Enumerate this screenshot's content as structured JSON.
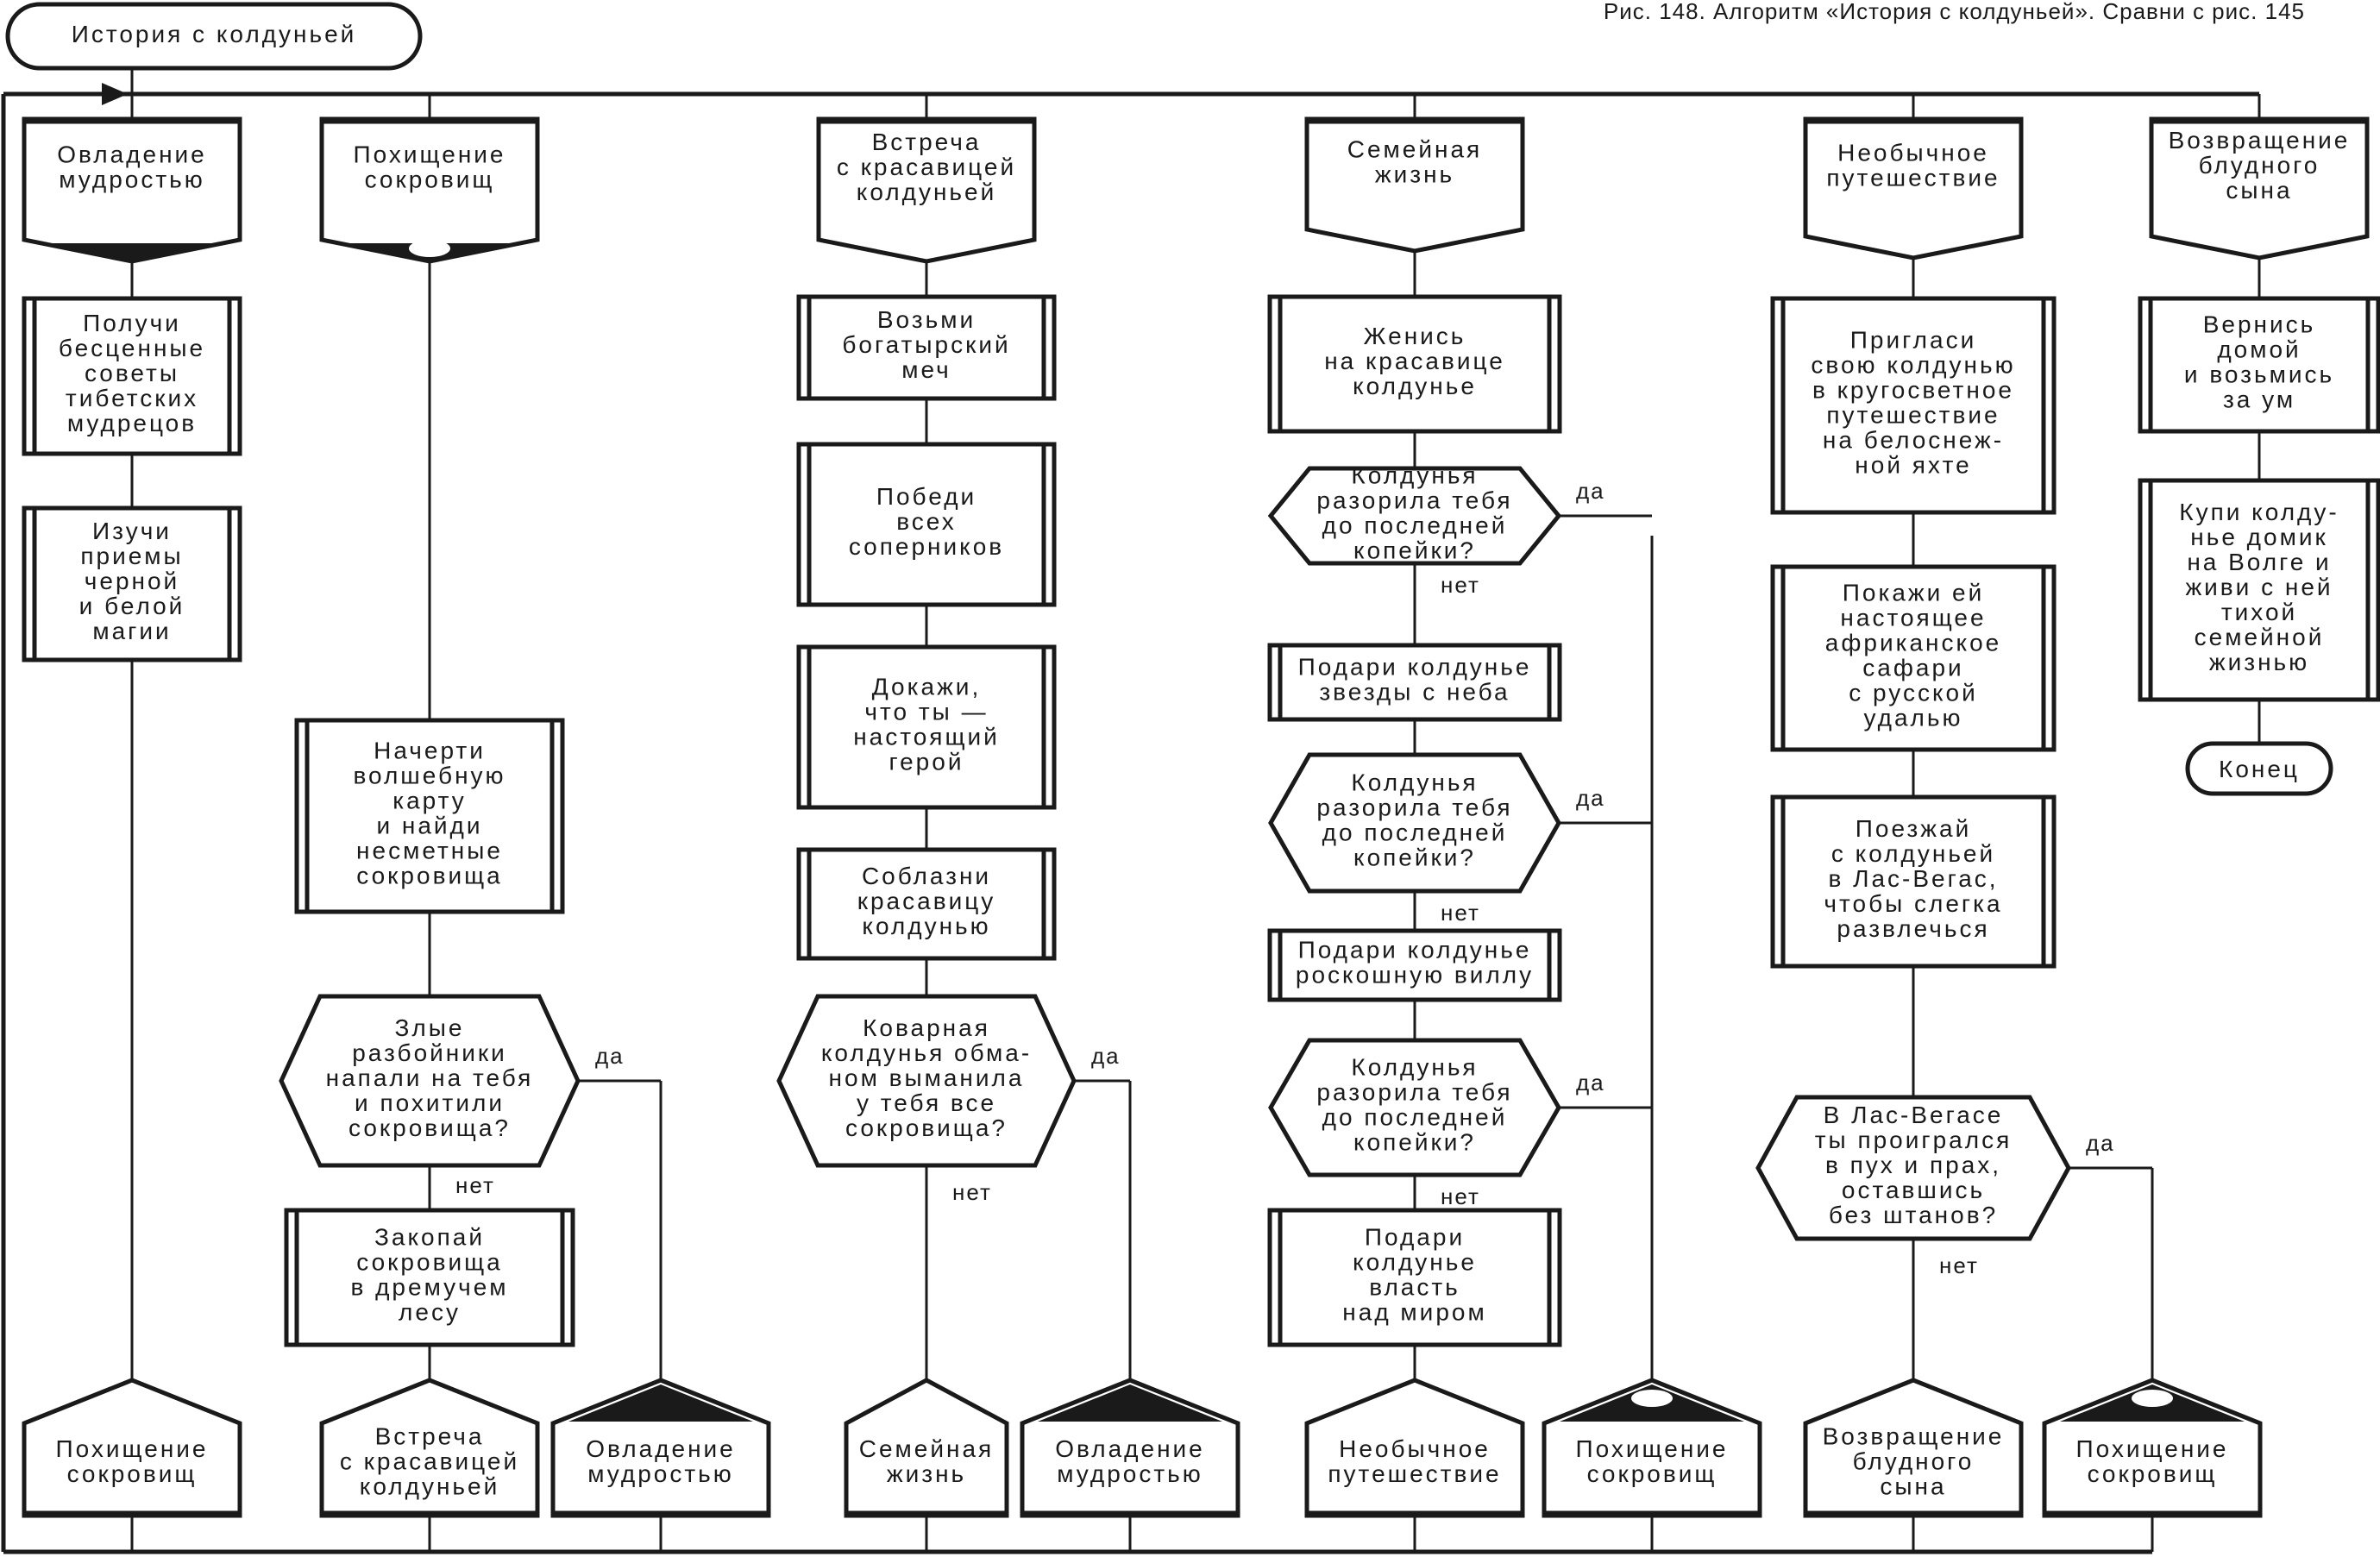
{
  "caption": "Рис. 148. Алгоритм «История с колдуньей». Сравни с рис. 145",
  "start": "История с колдуньей",
  "end": "Конец",
  "branch_labels": {
    "yes": "да",
    "no": "нет"
  },
  "columns": [
    {
      "header": [
        "Овладение",
        "мудростью"
      ],
      "header_marker": "filled-triangle",
      "steps": [
        {
          "type": "action",
          "text": [
            "Получи",
            "бесценные",
            "советы",
            "тибетских",
            "мудрецов"
          ]
        },
        {
          "type": "action",
          "text": [
            "Изучи",
            "приемы",
            "черной",
            "и белой",
            "магии"
          ]
        }
      ],
      "footers": [
        {
          "text": [
            "Похищение",
            "сокровищ"
          ],
          "marker": "plain"
        }
      ]
    },
    {
      "header": [
        "Похищение",
        "сокровищ"
      ],
      "header_marker": "filled-with-oval",
      "steps": [
        {
          "type": "action",
          "text": [
            "Начерти",
            "волшебную",
            "карту",
            "и найди",
            "несметные",
            "сокровища"
          ]
        },
        {
          "type": "question",
          "text": [
            "Злые",
            "разбойники",
            "напали на тебя",
            "и похитили",
            "сокровища?"
          ]
        },
        {
          "type": "action",
          "text": [
            "Закопай",
            "сокровища",
            "в дремучем",
            "лесу"
          ]
        }
      ],
      "footers": [
        {
          "text": [
            "Встреча",
            "с красавицей",
            "колдуньей"
          ],
          "marker": "plain",
          "branch": "нет"
        },
        {
          "text": [
            "Овладение",
            "мудростью"
          ],
          "marker": "filled-triangle",
          "branch": "да"
        }
      ]
    },
    {
      "header": [
        "Встреча",
        "с красавицей",
        "колдуньей"
      ],
      "header_marker": "plain",
      "steps": [
        {
          "type": "action",
          "text": [
            "Возьми",
            "богатырский",
            "меч"
          ]
        },
        {
          "type": "action",
          "text": [
            "Победи",
            "всех",
            "соперников"
          ]
        },
        {
          "type": "action",
          "text": [
            "Докажи,",
            "что ты —",
            "настоящий",
            "герой"
          ]
        },
        {
          "type": "action",
          "text": [
            "Соблазни",
            "красавицу",
            "колдунью"
          ]
        },
        {
          "type": "question",
          "text": [
            "Коварная",
            "колдунья обма-",
            "ном выманила",
            "у тебя все",
            "сокровища?"
          ]
        }
      ],
      "footers": [
        {
          "text": [
            "Семейная",
            "жизнь"
          ],
          "marker": "plain",
          "branch": "нет"
        },
        {
          "text": [
            "Овладение",
            "мудростью"
          ],
          "marker": "filled-triangle",
          "branch": "да"
        }
      ]
    },
    {
      "header": [
        "Семейная",
        "жизнь"
      ],
      "header_marker": "plain",
      "steps": [
        {
          "type": "action",
          "text": [
            "Женись",
            "на красавице",
            "колдунье"
          ]
        },
        {
          "type": "question",
          "text": [
            "Колдунья",
            "разорила тебя",
            "до последней",
            "копейки?"
          ]
        },
        {
          "type": "action",
          "text": [
            "Подари колдунье",
            "звезды с неба"
          ]
        },
        {
          "type": "question",
          "text": [
            "Колдунья",
            "разорила тебя",
            "до последней",
            "копейки?"
          ]
        },
        {
          "type": "action",
          "text": [
            "Подари колдунье",
            "роскошную виллу"
          ]
        },
        {
          "type": "question",
          "text": [
            "Колдунья",
            "разорила тебя",
            "до последней",
            "копейки?"
          ]
        },
        {
          "type": "action",
          "text": [
            "Подари",
            "колдунье",
            "власть",
            "над миром"
          ]
        }
      ],
      "footers": [
        {
          "text": [
            "Необычное",
            "путешествие"
          ],
          "marker": "plain",
          "branch": "нет"
        },
        {
          "text": [
            "Похищение",
            "сокровищ"
          ],
          "marker": "filled-with-oval",
          "branch": "да"
        }
      ]
    },
    {
      "header": [
        "Необычное",
        "путешествие"
      ],
      "header_marker": "plain",
      "steps": [
        {
          "type": "action",
          "text": [
            "Пригласи",
            "свою колдунью",
            "в кругосветное",
            "путешествие",
            "на белоснеж-",
            "ной яхте"
          ]
        },
        {
          "type": "action",
          "text": [
            "Покажи ей",
            "настоящее",
            "африканское",
            "сафари",
            "с русской",
            "удалью"
          ]
        },
        {
          "type": "action",
          "text": [
            "Поезжай",
            "с колдуньей",
            "в Лас-Вегас,",
            "чтобы слегка",
            "развлечься"
          ]
        },
        {
          "type": "question",
          "text": [
            "В Лас-Вегасе",
            "ты проигрался",
            "в пух и прах,",
            "оставшись",
            "без штанов?"
          ]
        }
      ],
      "footers": [
        {
          "text": [
            "Возвращение",
            "блудного",
            "сына"
          ],
          "marker": "plain",
          "branch": "нет"
        },
        {
          "text": [
            "Похищение",
            "сокровищ"
          ],
          "marker": "filled-with-oval",
          "branch": "да"
        }
      ]
    },
    {
      "header": [
        "Возвращение",
        "блудного",
        "сына"
      ],
      "header_marker": "plain",
      "steps": [
        {
          "type": "action",
          "text": [
            "Вернись",
            "домой",
            "и возьмись",
            "за ум"
          ]
        },
        {
          "type": "action",
          "text": [
            "Купи колду-",
            "нье домик",
            "на Волге и",
            "живи с ней",
            "тихой",
            "семейной",
            "жизнью"
          ]
        }
      ],
      "footers": []
    }
  ]
}
